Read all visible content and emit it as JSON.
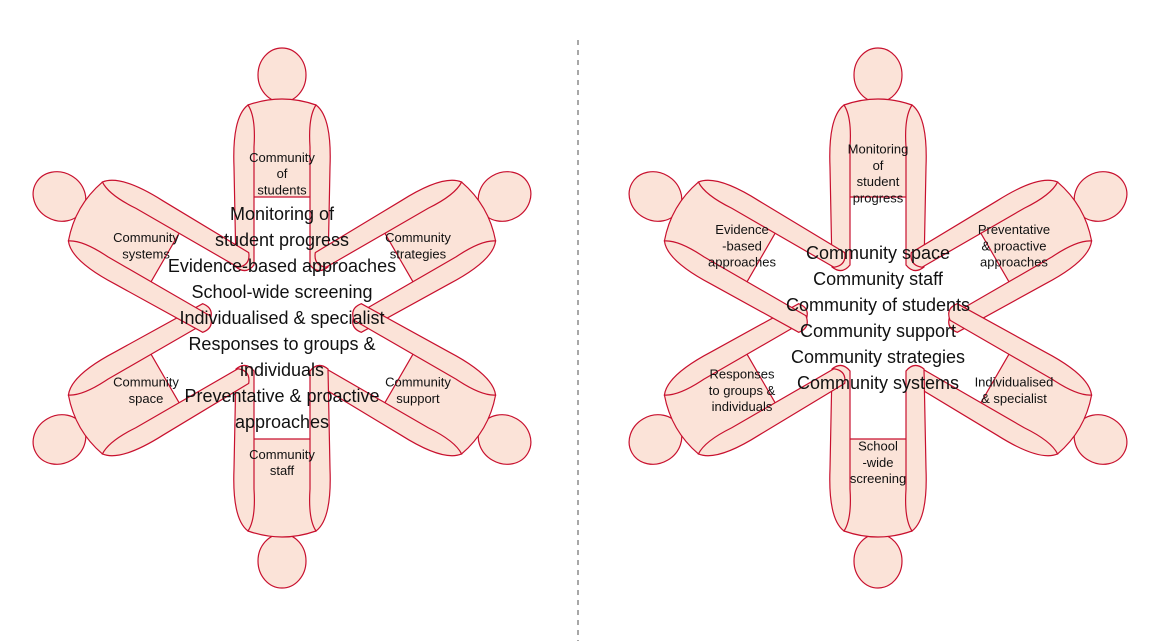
{
  "left_panel": {
    "center_lines": [
      "Monitoring of",
      "student progress",
      "Evidence-based approaches",
      "School-wide screening",
      "Individualised & specialist",
      "Responses to groups &",
      "individuals",
      "Preventative & proactive",
      "approaches"
    ],
    "people": [
      {
        "label_lines": [
          "Community",
          "of",
          "students"
        ]
      },
      {
        "label_lines": [
          "Community",
          "strategies"
        ]
      },
      {
        "label_lines": [
          "Community",
          "support"
        ]
      },
      {
        "label_lines": [
          "Community",
          "staff"
        ]
      },
      {
        "label_lines": [
          "Community",
          "space"
        ]
      },
      {
        "label_lines": [
          "Community",
          "systems"
        ]
      }
    ]
  },
  "right_panel": {
    "center_lines": [
      "Community space",
      "Community staff",
      "Community of students",
      "Community support",
      "Community strategies",
      "Community systems"
    ],
    "people": [
      {
        "label_lines": [
          "Monitoring",
          "of",
          "student",
          "progress"
        ]
      },
      {
        "label_lines": [
          "Preventative",
          "& proactive",
          "approaches"
        ]
      },
      {
        "label_lines": [
          "Individualised",
          "& specialist"
        ]
      },
      {
        "label_lines": [
          "School",
          "-wide",
          "screening"
        ]
      },
      {
        "label_lines": [
          "Responses",
          "to groups &",
          "individuals"
        ]
      },
      {
        "label_lines": [
          "Evidence",
          "-based",
          "approaches"
        ]
      }
    ]
  },
  "colors": {
    "person_fill": "#fbe3d8",
    "person_outline": "#c8102e",
    "divider": "#7a7a7a"
  }
}
